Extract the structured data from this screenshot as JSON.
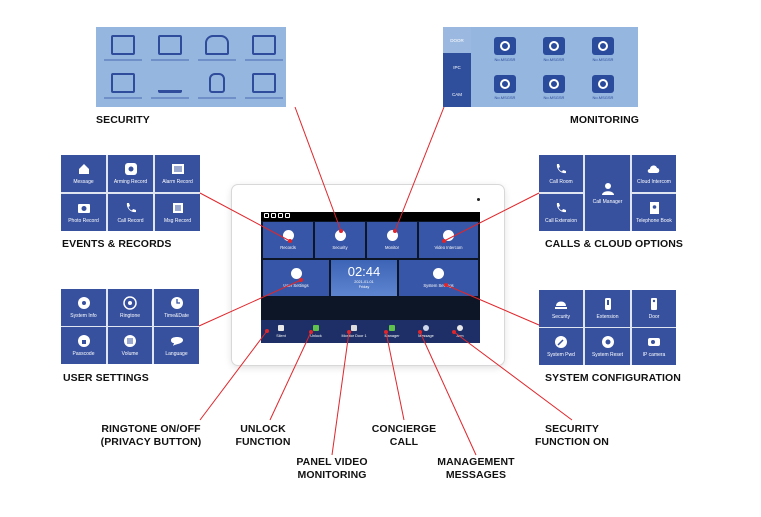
{
  "callouts": {
    "security": "SECURITY",
    "monitoring": "MONITORING",
    "events_records": "EVENTS & RECORDS",
    "calls_cloud": "CALLS & CLOUD OPTIONS",
    "user_settings": "USER SETTINGS",
    "system_configuration": "SYSTEM CONFIGURATION",
    "ringtone_line1": "RINGTONE ON/OFF",
    "ringtone_line2": "(PRIVACY BUTTON)",
    "unlock_line1": "UNLOCK",
    "unlock_line2": "FUNCTION",
    "panel_line1": "PANEL VIDEO",
    "panel_line2": "MONITORING",
    "concierge_line1": "CONCIERGE",
    "concierge_line2": "CALL",
    "management_line1": "MANAGEMENT",
    "management_line2": "MESSAGES",
    "security_on_line1": "SECURITY",
    "security_on_line2": "FUNCTION ON"
  },
  "monitoring_panel": {
    "tabs": [
      "DOOR",
      "IPC",
      "CAM"
    ],
    "items": [
      "No.MSGSR",
      "No.MSGSR",
      "No.MSGSR",
      "No.MSGSR",
      "No.MSGSR",
      "No.MSGSR"
    ]
  },
  "events_panel": {
    "items": [
      "Message",
      "Arming Record",
      "Alarm Record",
      "Photo Record",
      "Call Record",
      "Msg Record"
    ]
  },
  "calls_panel": {
    "items": [
      "Call Room",
      "Call Manager",
      "Cloud Intercom",
      "Call Extension",
      "Telephone Book"
    ]
  },
  "user_settings_panel": {
    "items": [
      "System Info",
      "Ringtone",
      "Time&Date",
      "Passcode",
      "Volume",
      "Language"
    ]
  },
  "system_panel": {
    "items": [
      "Security",
      "Extension",
      "Door",
      "System Pwd",
      "System Reset",
      "IP camera"
    ]
  },
  "screen": {
    "tiles": {
      "records": "Records",
      "security": "Security",
      "monitor": "Monitor",
      "video_intercom": "Video Intercom",
      "user_settings": "User Settings",
      "system_settings": "System Settings"
    },
    "clock_time": "02:44",
    "clock_date": "2021-01-01",
    "clock_day": "Friday",
    "bottom": [
      "Silent",
      "Unlock",
      "Monitor Door 1",
      "Manager",
      "Message",
      "Arm"
    ]
  },
  "colors": {
    "accent": "#37519f",
    "line": "#e0262b"
  }
}
